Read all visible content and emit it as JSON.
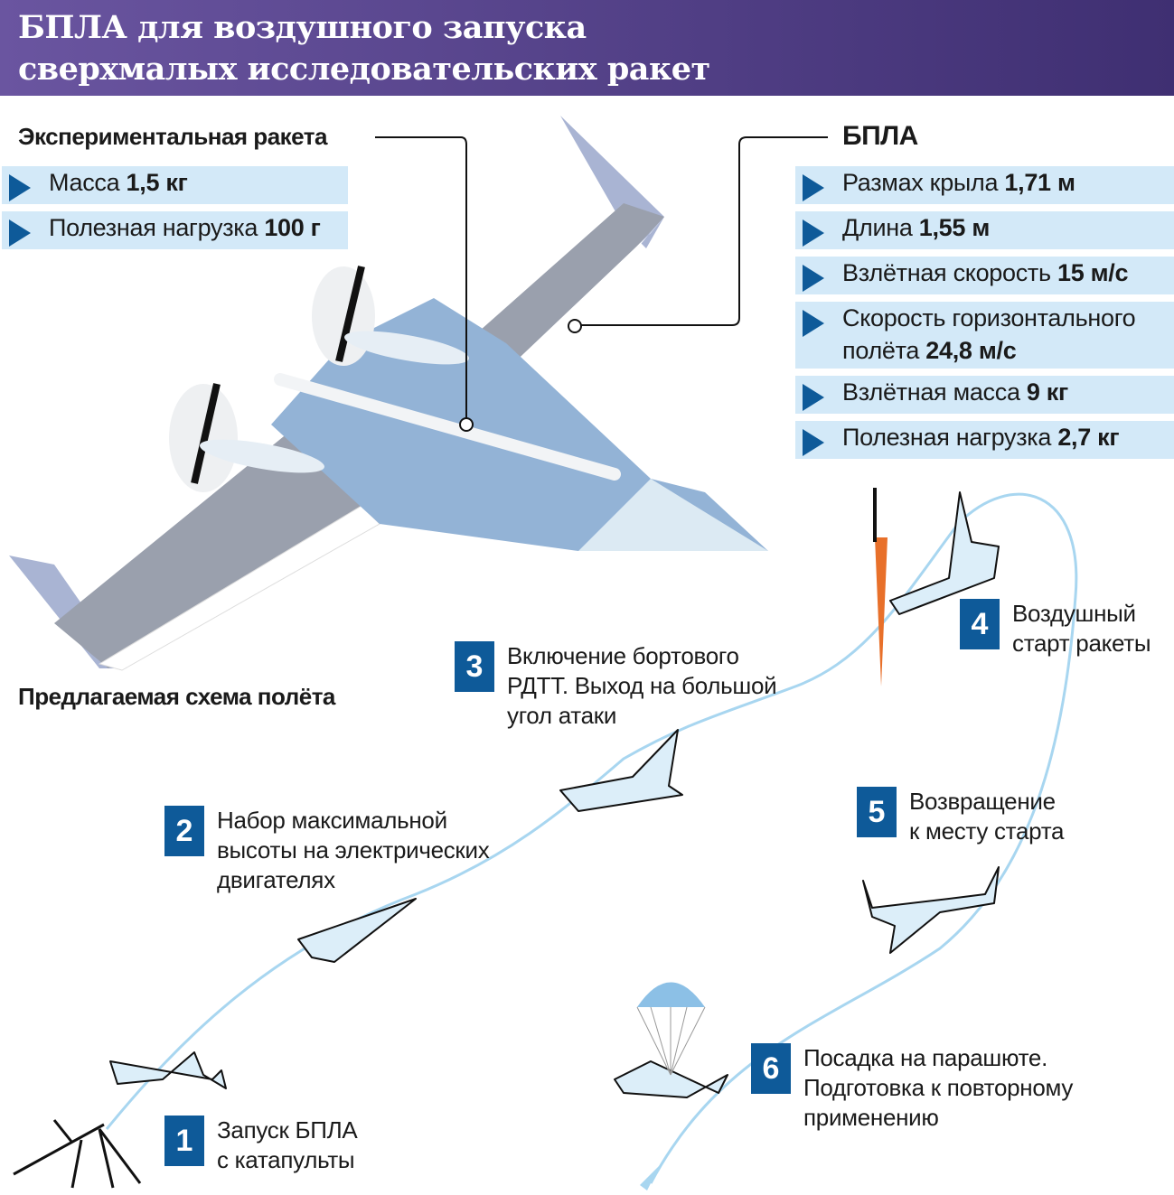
{
  "title": {
    "line1": "БПЛА для воздушного запуска",
    "line2": "сверхмалых исследовательских ракет"
  },
  "rocket": {
    "heading": "Экспериментальная ракета",
    "specs": [
      {
        "label": "Масса",
        "value": "1,5 кг"
      },
      {
        "label": "Полезная нагрузка",
        "value": "100 г"
      }
    ]
  },
  "uav": {
    "heading": "БПЛА",
    "specs": [
      {
        "label": "Размах крыла",
        "value": "1,71 м"
      },
      {
        "label": "Длина",
        "value": "1,55 м"
      },
      {
        "label": "Взлётная скорость",
        "value": "15 м/с"
      },
      {
        "label": "Скорость горизонтального полёта",
        "value": "24,8 м/с"
      },
      {
        "label": "Взлётная масса",
        "value": "9 кг"
      },
      {
        "label": "Полезная нагрузка",
        "value": "2,7 кг"
      }
    ]
  },
  "scheme_heading": "Предлагаемая схема полёта",
  "steps": [
    {
      "num": "1",
      "text": "Запуск БПЛА\nс катапульты"
    },
    {
      "num": "2",
      "text": "Набор максимальной\nвысоты на электрических\nдвигателях"
    },
    {
      "num": "3",
      "text": "Включение бортового\nРДТТ. Выход на большой\nугол атаки"
    },
    {
      "num": "4",
      "text": "Воздушный\nстарт ракеты"
    },
    {
      "num": "5",
      "text": "Возвращение\nк месту старта"
    },
    {
      "num": "6",
      "text": "Посадка на парашюте.\nПодготовка к повторному\nприменению"
    }
  ],
  "colors": {
    "header": "#5a4690",
    "accent": "#0e5a99",
    "row": "#d3e9f8",
    "path": "#a8d6f0"
  }
}
